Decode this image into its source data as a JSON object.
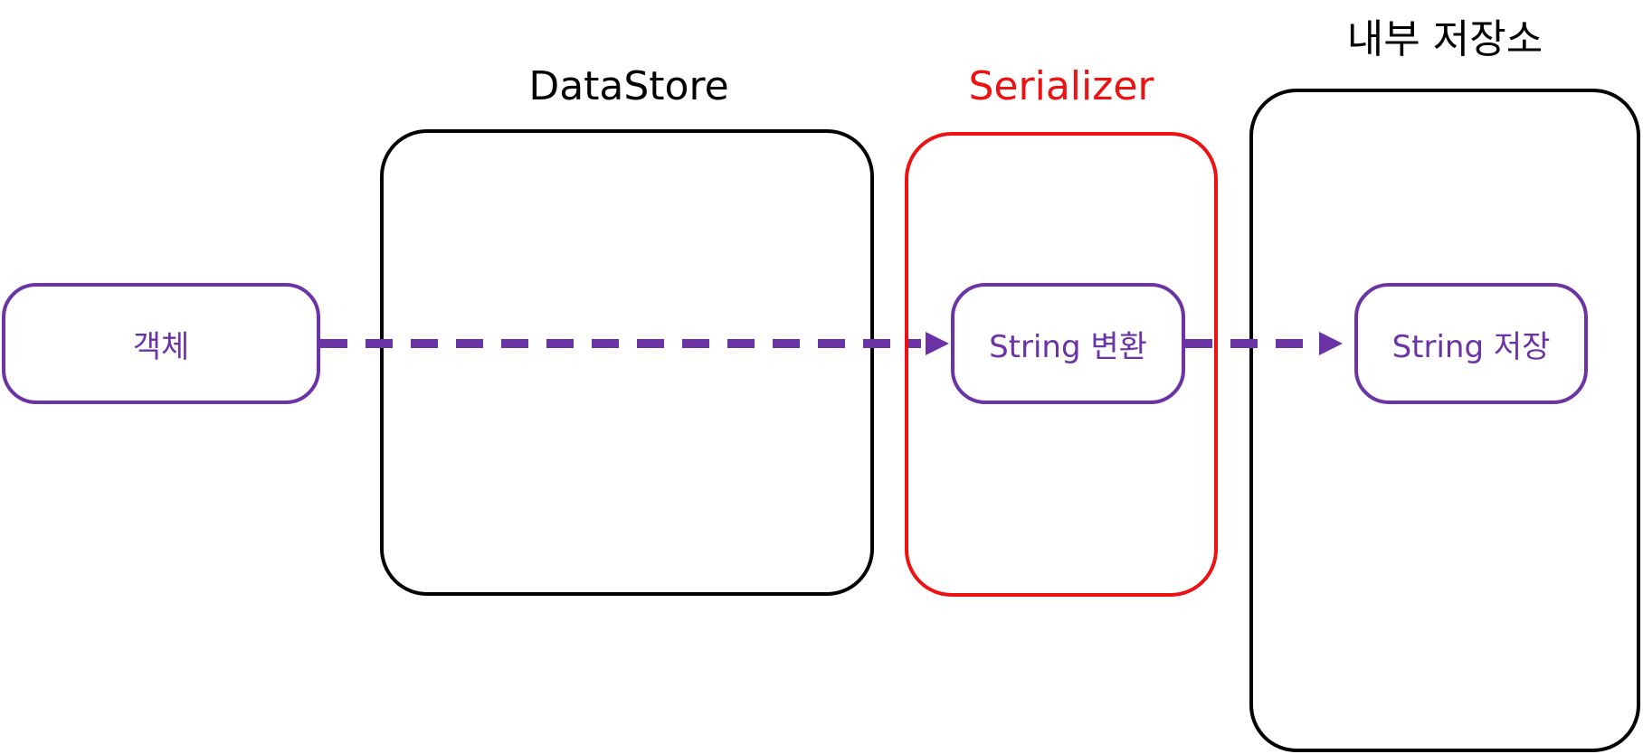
{
  "colors": {
    "group_border": "#000000",
    "serializer_accent": "#ee1111",
    "node_accent": "#6b33a6",
    "background": "#ffffff"
  },
  "groups": {
    "datastore": {
      "title": "DataStore"
    },
    "serializer": {
      "title": "Serializer"
    },
    "internal_storage": {
      "title": "내부 저장소"
    }
  },
  "nodes": {
    "object": {
      "label": "객체"
    },
    "string_convert": {
      "label": "String 변환"
    },
    "string_store": {
      "label": "String 저장"
    }
  },
  "edges": [
    {
      "from": "object",
      "to": "string_convert",
      "style": "dashed"
    },
    {
      "from": "string_convert",
      "to": "string_store",
      "style": "dashed"
    }
  ]
}
